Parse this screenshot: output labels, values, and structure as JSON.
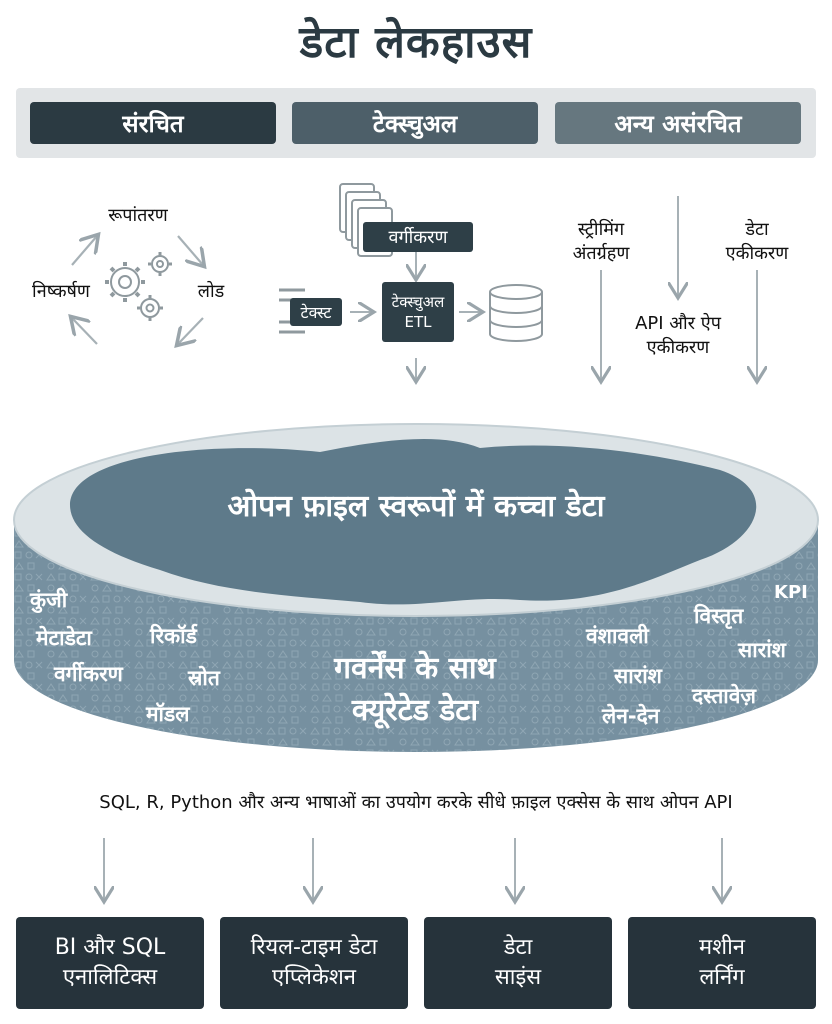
{
  "title": "डेटा लेकहाउस",
  "categories": [
    "संरचित",
    "टेक्स्चुअल",
    "अन्य असंरचित"
  ],
  "colors": {
    "dark": "#2b3a42",
    "mid": "#4d5f69",
    "light": "#66777f",
    "lake_water": "#5e7a8a",
    "lake_rim": "#dce3e6",
    "lake_side": "#7690a0"
  },
  "etl_cycle": {
    "transform": "रूपांतरण",
    "extract": "निष्कर्षण",
    "load": "लोड"
  },
  "textual": {
    "classification": "वर्गीकरण",
    "text": "टेक्स्ट",
    "etl_line1": "टेक्स्चुअल",
    "etl_line2": "ETL"
  },
  "other": {
    "streaming_line1": "स्ट्रीमिंग",
    "streaming_line2": "अंतर्ग्रहण",
    "data_integration_line1": "डेटा",
    "data_integration_line2": "एकीकरण",
    "api_line1": "API और ऐप",
    "api_line2": "एकीकरण"
  },
  "lake": {
    "raw_data": "ओपन फ़ाइल स्वरूपों में कच्चा डेटा",
    "curated_line1": "गवर्नेंस के साथ",
    "curated_line2": "क्यूरेटेड डेटा",
    "left_words": [
      "कुंजी",
      "मेटाडेटा",
      "रिकॉर्ड",
      "वर्गीकरण",
      "स्रोत",
      "मॉडल"
    ],
    "right_words": [
      "KPI",
      "विस्तृत",
      "वंशावली",
      "सारांश",
      "सारांश",
      "दस्तावेज़",
      "लेन-देन"
    ]
  },
  "api_text": "SQL, R, Python और अन्य भाषाओं का उपयोग करके सीधे फ़ाइल एक्सेस के साथ ओपन API",
  "outputs": [
    {
      "line1": "BI और SQL",
      "line2": "एनालिटिक्स"
    },
    {
      "line1": "रियल-टाइम डेटा",
      "line2": "एप्लिकेशन"
    },
    {
      "line1": "डेटा",
      "line2": "साइंस"
    },
    {
      "line1": "मशीन",
      "line2": "लर्निंग"
    }
  ]
}
